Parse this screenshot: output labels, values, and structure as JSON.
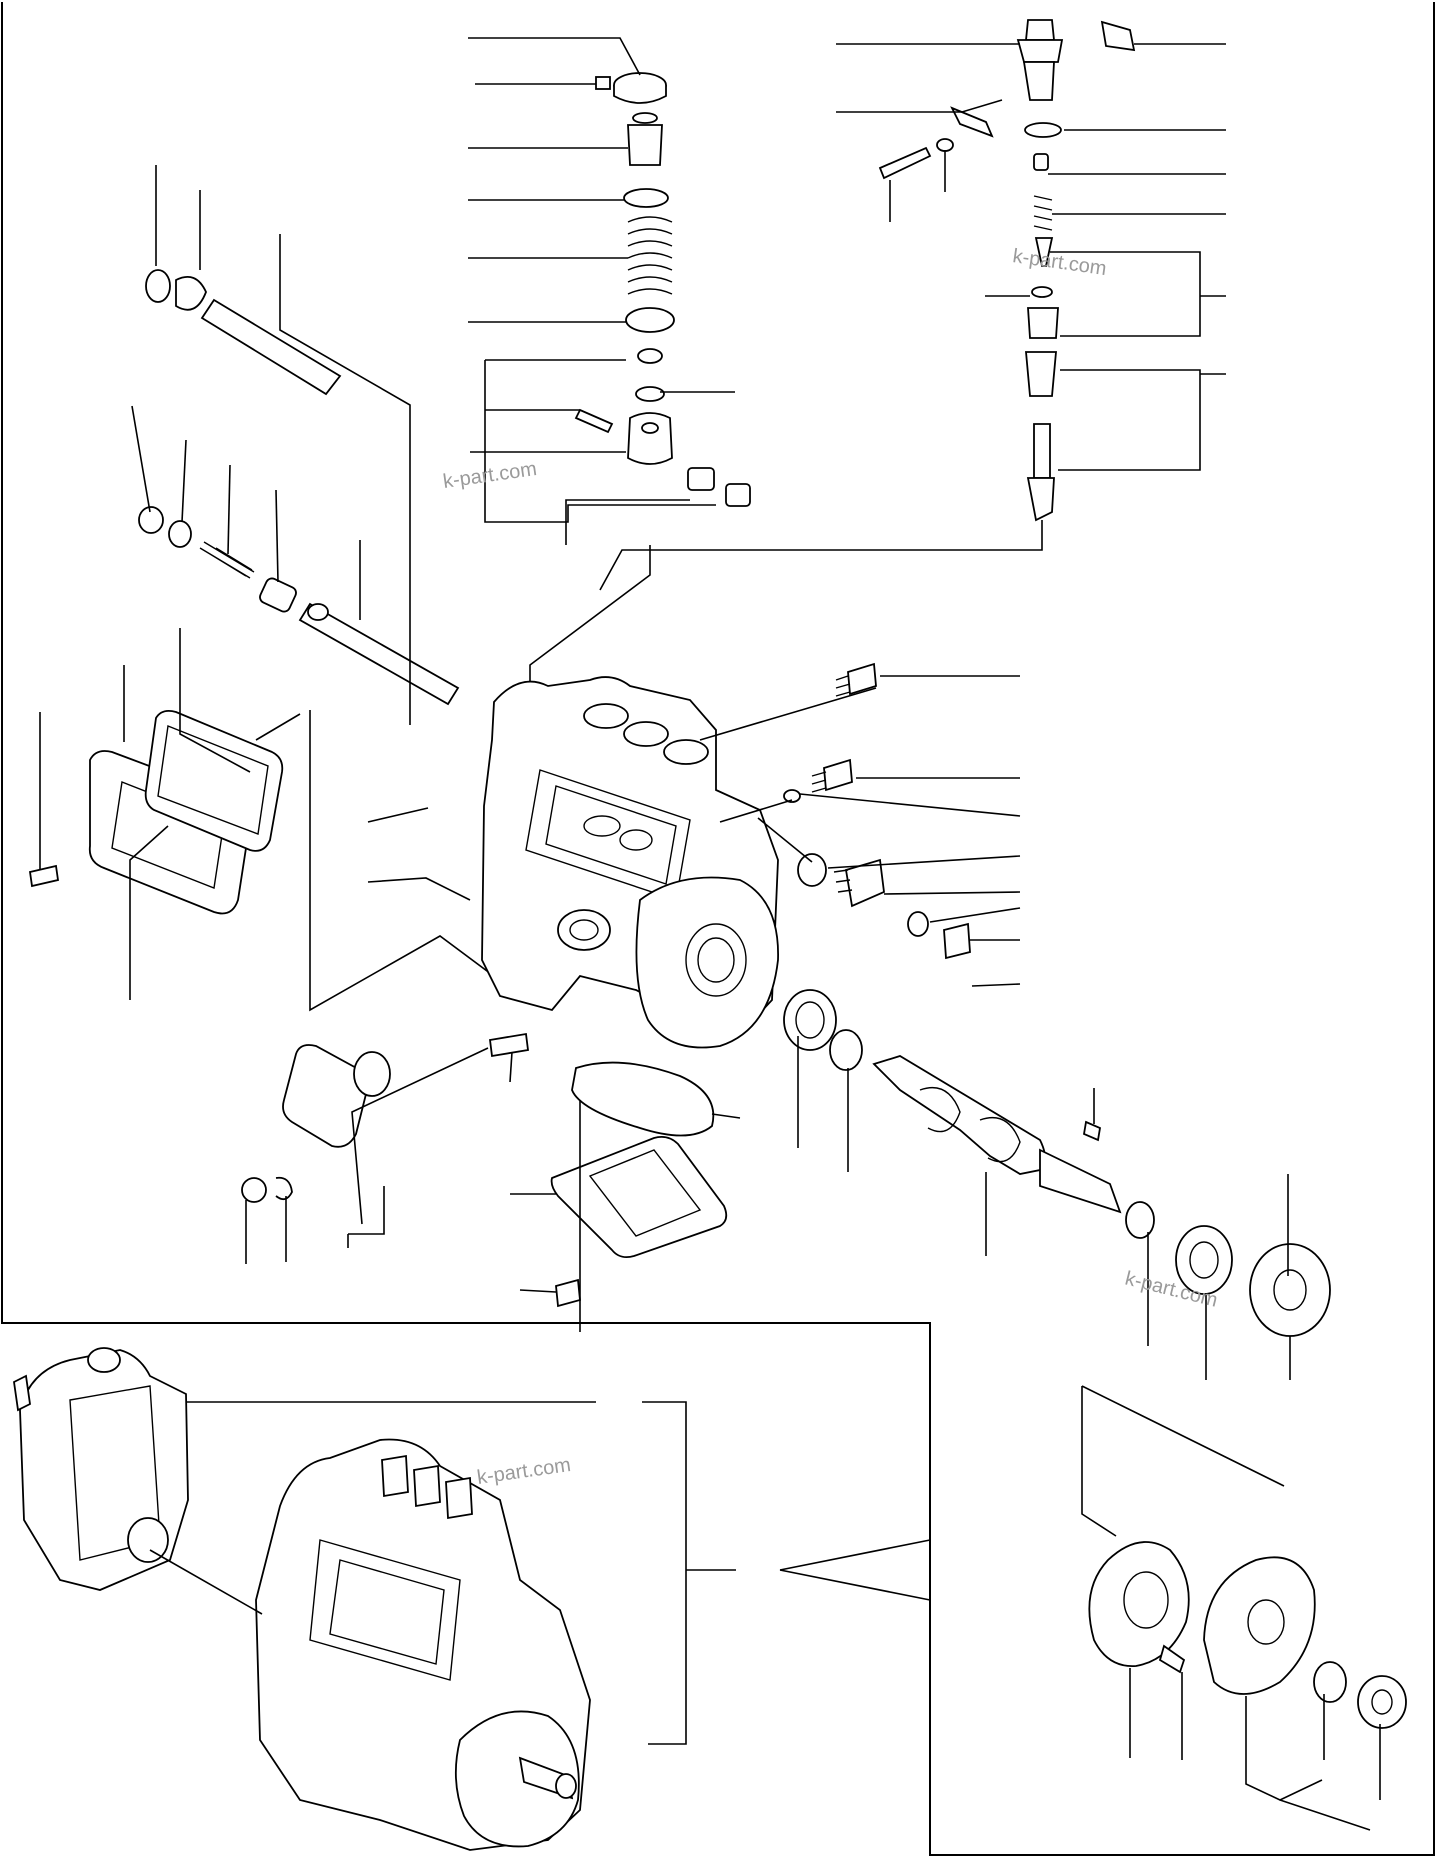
{
  "watermarks": [
    {
      "text": "k-part.com"
    },
    {
      "text": "k-part.com"
    },
    {
      "text": "k-part.com"
    },
    {
      "text": "k-part.com"
    }
  ]
}
